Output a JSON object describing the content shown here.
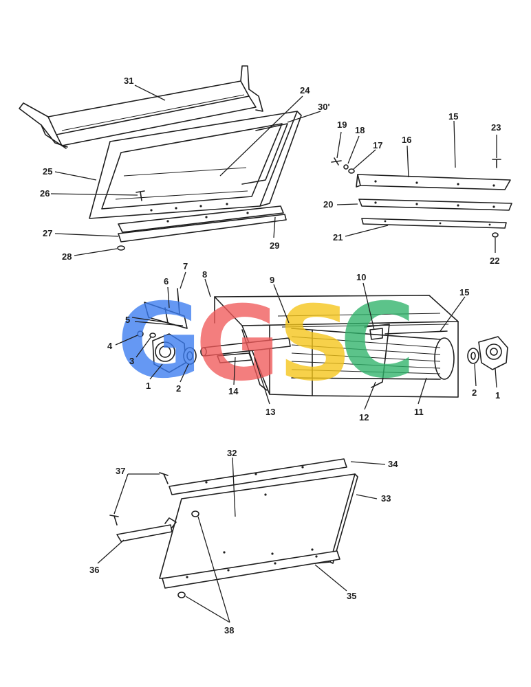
{
  "callouts": [
    {
      "id": "c31",
      "text": "31"
    },
    {
      "id": "c24",
      "text": "24"
    },
    {
      "id": "c30",
      "text": "30'"
    },
    {
      "id": "c25",
      "text": "25"
    },
    {
      "id": "c26",
      "text": "26"
    },
    {
      "id": "c27",
      "text": "27"
    },
    {
      "id": "c28",
      "text": "28"
    },
    {
      "id": "c29",
      "text": "29"
    },
    {
      "id": "c19",
      "text": "19"
    },
    {
      "id": "c18",
      "text": "18"
    },
    {
      "id": "c17",
      "text": "17"
    },
    {
      "id": "c16",
      "text": "16"
    },
    {
      "id": "c15a",
      "text": "15"
    },
    {
      "id": "c23",
      "text": "23"
    },
    {
      "id": "c20",
      "text": "20"
    },
    {
      "id": "c21",
      "text": "21"
    },
    {
      "id": "c22",
      "text": "22"
    },
    {
      "id": "c7",
      "text": "7"
    },
    {
      "id": "c6",
      "text": "6"
    },
    {
      "id": "c8",
      "text": "8"
    },
    {
      "id": "c9",
      "text": "9"
    },
    {
      "id": "c10",
      "text": "10"
    },
    {
      "id": "c15b",
      "text": "15"
    },
    {
      "id": "c5",
      "text": "5"
    },
    {
      "id": "c4",
      "text": "4"
    },
    {
      "id": "c3",
      "text": "3"
    },
    {
      "id": "c1a",
      "text": "1"
    },
    {
      "id": "c2a",
      "text": "2"
    },
    {
      "id": "c14",
      "text": "14"
    },
    {
      "id": "c13",
      "text": "13"
    },
    {
      "id": "c12",
      "text": "12"
    },
    {
      "id": "c11",
      "text": "11"
    },
    {
      "id": "c2b",
      "text": "2"
    },
    {
      "id": "c1b",
      "text": "1"
    },
    {
      "id": "c32",
      "text": "32"
    },
    {
      "id": "c34",
      "text": "34"
    },
    {
      "id": "c37",
      "text": "37"
    },
    {
      "id": "c33",
      "text": "33"
    },
    {
      "id": "c36",
      "text": "36"
    },
    {
      "id": "c35",
      "text": "35"
    },
    {
      "id": "c38",
      "text": "38"
    }
  ],
  "watermark": {
    "letters": [
      {
        "char": "G",
        "color": "#3b7cf0"
      },
      {
        "char": "G",
        "color": "#f05a5a"
      },
      {
        "char": "S",
        "color": "#f5c518"
      },
      {
        "char": "C",
        "color": "#2fb36a"
      }
    ]
  }
}
